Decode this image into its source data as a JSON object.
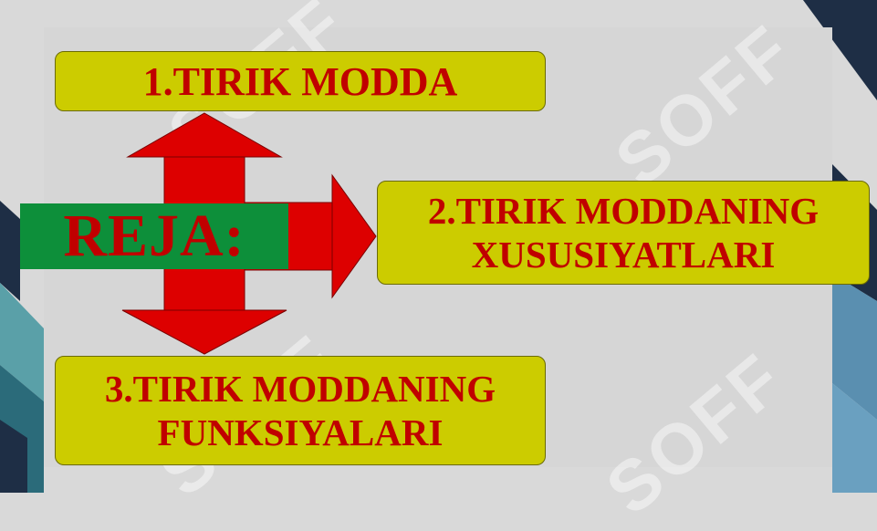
{
  "slide": {
    "reja": "REJA:",
    "item1": "1.TIRIK MODDA",
    "item2_line1": "2.TIRIK MODDANING",
    "item2_line2": "XUSUSIYATLARI",
    "item3_line1": "3.TIRIK MODDANING",
    "item3_line2": "FUNKSIYALARI"
  },
  "watermark": {
    "text": "SOFF"
  },
  "colors": {
    "box_fill": "#cccc00",
    "text_red": "#c00000",
    "reja_green": "#0d8f3a",
    "arrow_red": "#dd0000"
  }
}
